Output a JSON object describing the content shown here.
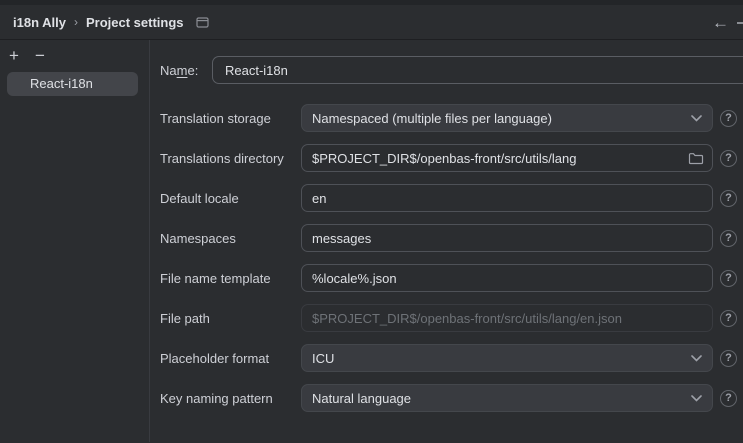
{
  "header": {
    "breadcrumb_root": "i18n Ally",
    "breadcrumb_separator": "›",
    "breadcrumb_current": "Project settings",
    "back_arrow": "←"
  },
  "sidebar": {
    "add_label": "+",
    "remove_label": "−",
    "items": [
      {
        "label": "React-i18n",
        "selected": true
      }
    ]
  },
  "form": {
    "name_label": {
      "pre": "Na",
      "mnemonic": "m",
      "post": "e:"
    },
    "name_value": "React-i18n",
    "rows": [
      {
        "label": "Translation storage",
        "type": "select",
        "value": "Namespaced (multiple files per language)"
      },
      {
        "label": "Translations directory",
        "type": "text-folder",
        "value": "$PROJECT_DIR$/openbas-front/src/utils/lang"
      },
      {
        "label": "Default locale",
        "type": "text",
        "value": "en"
      },
      {
        "label": "Namespaces",
        "type": "text",
        "value": "messages"
      },
      {
        "label": "File name template",
        "type": "text",
        "value": "%locale%.json"
      },
      {
        "label": "File path",
        "type": "text-disabled",
        "value": "$PROJECT_DIR$/openbas-front/src/utils/lang/en.json"
      },
      {
        "label": "Placeholder format",
        "type": "select",
        "value": "ICU"
      },
      {
        "label": "Key naming pattern",
        "type": "select",
        "value": "Natural language"
      }
    ]
  },
  "icons": {
    "help": "?"
  },
  "colors": {
    "background": "#2b2d30",
    "top_strip": "#232528",
    "select_fill": "#393b40",
    "selected_item": "#43454a",
    "input_border": "#4e5157",
    "text_primary": "#dfe1e5",
    "text_label": "#ced0d6",
    "text_disabled": "#6e7277",
    "icon_gray": "#9da0a8"
  }
}
